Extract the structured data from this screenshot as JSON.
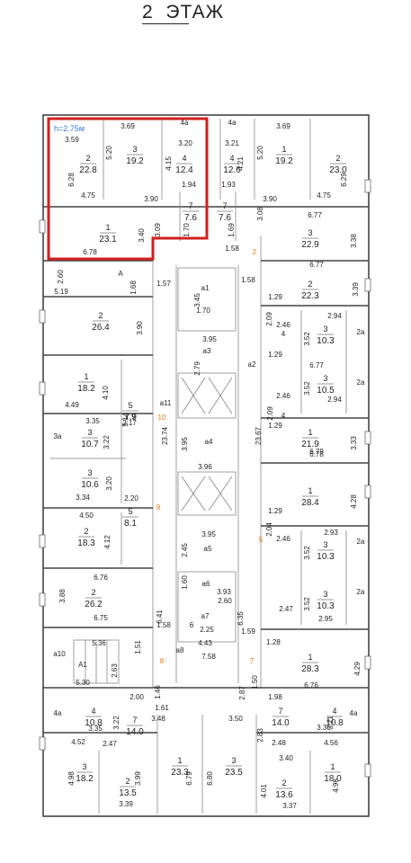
{
  "title": {
    "number": "2",
    "label": "ЭТАЖ"
  },
  "highlight": {
    "note": "h=2.75м",
    "note_color": "#3a7dc9",
    "border_color": "#d11f1f"
  },
  "rooms": [
    {
      "n": "2",
      "a": "22.8"
    },
    {
      "n": "3",
      "a": "19.2"
    },
    {
      "n": "4",
      "a": "12.4"
    },
    {
      "n": "1",
      "a": "23.1"
    },
    {
      "n": "4",
      "a": "12.6"
    },
    {
      "n": "1",
      "a": "19.2"
    },
    {
      "n": "2",
      "a": "23.0"
    },
    {
      "n": "3",
      "a": "22.9"
    },
    {
      "n": "2",
      "a": "22.3"
    },
    {
      "n": "3",
      "a": "10.3"
    },
    {
      "n": "3",
      "a": "10.5"
    },
    {
      "n": "1",
      "a": "21.9"
    },
    {
      "n": "1",
      "a": "28.4"
    },
    {
      "n": "3",
      "a": "10.3"
    },
    {
      "n": "3",
      "a": "10.3"
    },
    {
      "n": "1",
      "a": "28.3"
    },
    {
      "n": "2",
      "a": "26.4"
    },
    {
      "n": "1",
      "a": "18.2"
    },
    {
      "n": "3",
      "a": "10.7"
    },
    {
      "n": "3",
      "a": "10.6"
    },
    {
      "n": "2",
      "a": "18.3"
    },
    {
      "n": "2",
      "a": "26.2"
    },
    {
      "n": "4",
      "a": "10.8"
    },
    {
      "n": "7",
      "a": "14.0"
    },
    {
      "n": "3",
      "a": "18.2"
    },
    {
      "n": "2",
      "a": "13.5"
    },
    {
      "n": "1",
      "a": "23.3"
    },
    {
      "n": "3",
      "a": "23.5"
    },
    {
      "n": "7",
      "a": "14.0"
    },
    {
      "n": "4",
      "a": "10.8"
    },
    {
      "n": "2",
      "a": "13.6"
    },
    {
      "n": "1",
      "a": "18.0"
    },
    {
      "n": "7",
      "a": "7.6"
    },
    {
      "n": "7",
      "a": "7.6"
    },
    {
      "n": "5",
      "a": "7.9"
    },
    {
      "n": "5",
      "a": "8.1"
    }
  ],
  "labels": [
    "3.59",
    "3.69",
    "4a",
    "4a",
    "3.69",
    "3.20",
    "3.21",
    "5.20",
    "4.15",
    "4.21",
    "5.20",
    "6.28",
    "6.29",
    "4.75",
    "3.90",
    "1.94",
    "1.93",
    "3.90",
    "4.75",
    "3.40",
    "3.09",
    "1.70",
    "1.69",
    "3.08",
    "6.78",
    "6.77",
    "3.38",
    "1.58",
    "2",
    "2.60",
    "A",
    "1.68",
    "1.57",
    "1.58",
    "6.77",
    "3.45",
    "a1",
    "3.39",
    "5.19",
    "1.70",
    "1.29",
    "2.94",
    "2.09",
    "2.46",
    "3.90",
    "3.95",
    "2a",
    "3.52",
    "4",
    "2.79",
    "a3",
    "a2",
    "6.77",
    "4.10",
    "1.29",
    "3.52",
    "2.46",
    "2.94",
    "2a",
    "4.49",
    "5.14",
    "a11",
    "2.09",
    "3.35",
    "7.9",
    "2.17",
    "10",
    "3.22",
    "3.95",
    "4",
    "23.74",
    "23.67",
    "1.29",
    "3a",
    "3.33",
    "3.20",
    "a4",
    "6.78",
    "6.79",
    "3.34",
    "3.96",
    "2.20",
    "4.28",
    "4.50",
    "9",
    "1.29",
    "2.04",
    "2.93",
    "4.12",
    "3.95",
    "2.46",
    "5",
    "2a",
    "a5",
    "2.45",
    "3.52",
    "6.76",
    "1.60",
    "a6",
    "3.93",
    "3.88",
    "6.41",
    "2.60",
    "6.35",
    "3.52",
    "2.47",
    "a7",
    "2.25",
    "6",
    "2a",
    "6.75",
    "1.58",
    "4.43",
    "2.95",
    "1.59",
    "1.28",
    "5.36",
    "a8",
    "1.51",
    "a10",
    "7.58",
    "A1",
    "2.63",
    "8",
    "7",
    "4.29",
    "5.30",
    "1.46",
    "1.50",
    "2.87",
    "6.76",
    "2.00",
    "1.98",
    "4a",
    "3.22",
    "1.61",
    "3.21",
    "4a",
    "3.35",
    "3.48",
    "3.50",
    "2.83",
    "3.36",
    "4.52",
    "2.47",
    "2.48",
    "4.56",
    "3.40",
    "4.98",
    "3.99",
    "6.79",
    "6.80",
    "4.01",
    "4.96",
    "3.39",
    "3.37"
  ]
}
